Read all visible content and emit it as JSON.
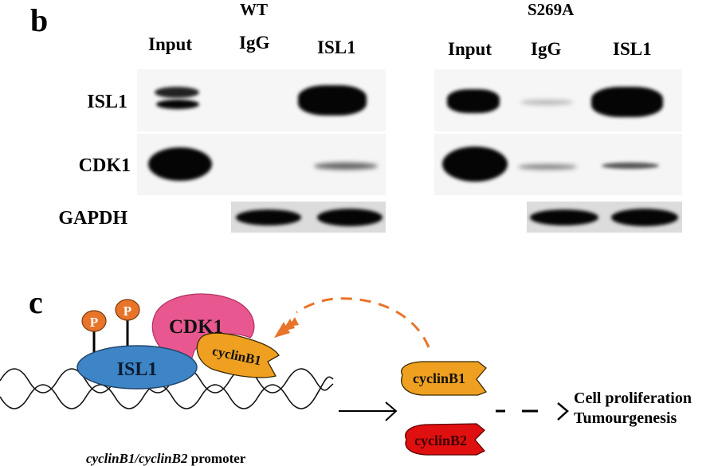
{
  "panel_b": {
    "letter": "b",
    "groups": [
      {
        "title": "WT",
        "lanes": [
          "Input",
          "IgG",
          "ISL1"
        ]
      },
      {
        "title": "S269A",
        "lanes": [
          "Input",
          "IgG",
          "ISL1"
        ]
      }
    ],
    "row_labels": [
      "ISL1",
      "CDK1",
      "GAPDH"
    ]
  },
  "panel_c": {
    "letter": "c",
    "phospho_label": "P",
    "proteins": {
      "isl1": "ISL1",
      "cdk1": "CDK1",
      "cyclinB1_bound": "cyclinB1",
      "cyclinB1": "cyclinB1",
      "cyclinB2": "cyclinB2"
    },
    "promoter_label_italic": "cyclinB1/cyclinB2",
    "promoter_label_suffix": " promoter",
    "outcomes": [
      "Cell proliferation",
      "Tumourgenesis"
    ],
    "colors": {
      "isl1": "#3d85c6",
      "cdk1": "#e8578f",
      "cyclinB1": "#f0a020",
      "cyclinB2": "#e01010",
      "phospho": "#e8742a",
      "feedback_arrow": "#e8742a"
    }
  }
}
